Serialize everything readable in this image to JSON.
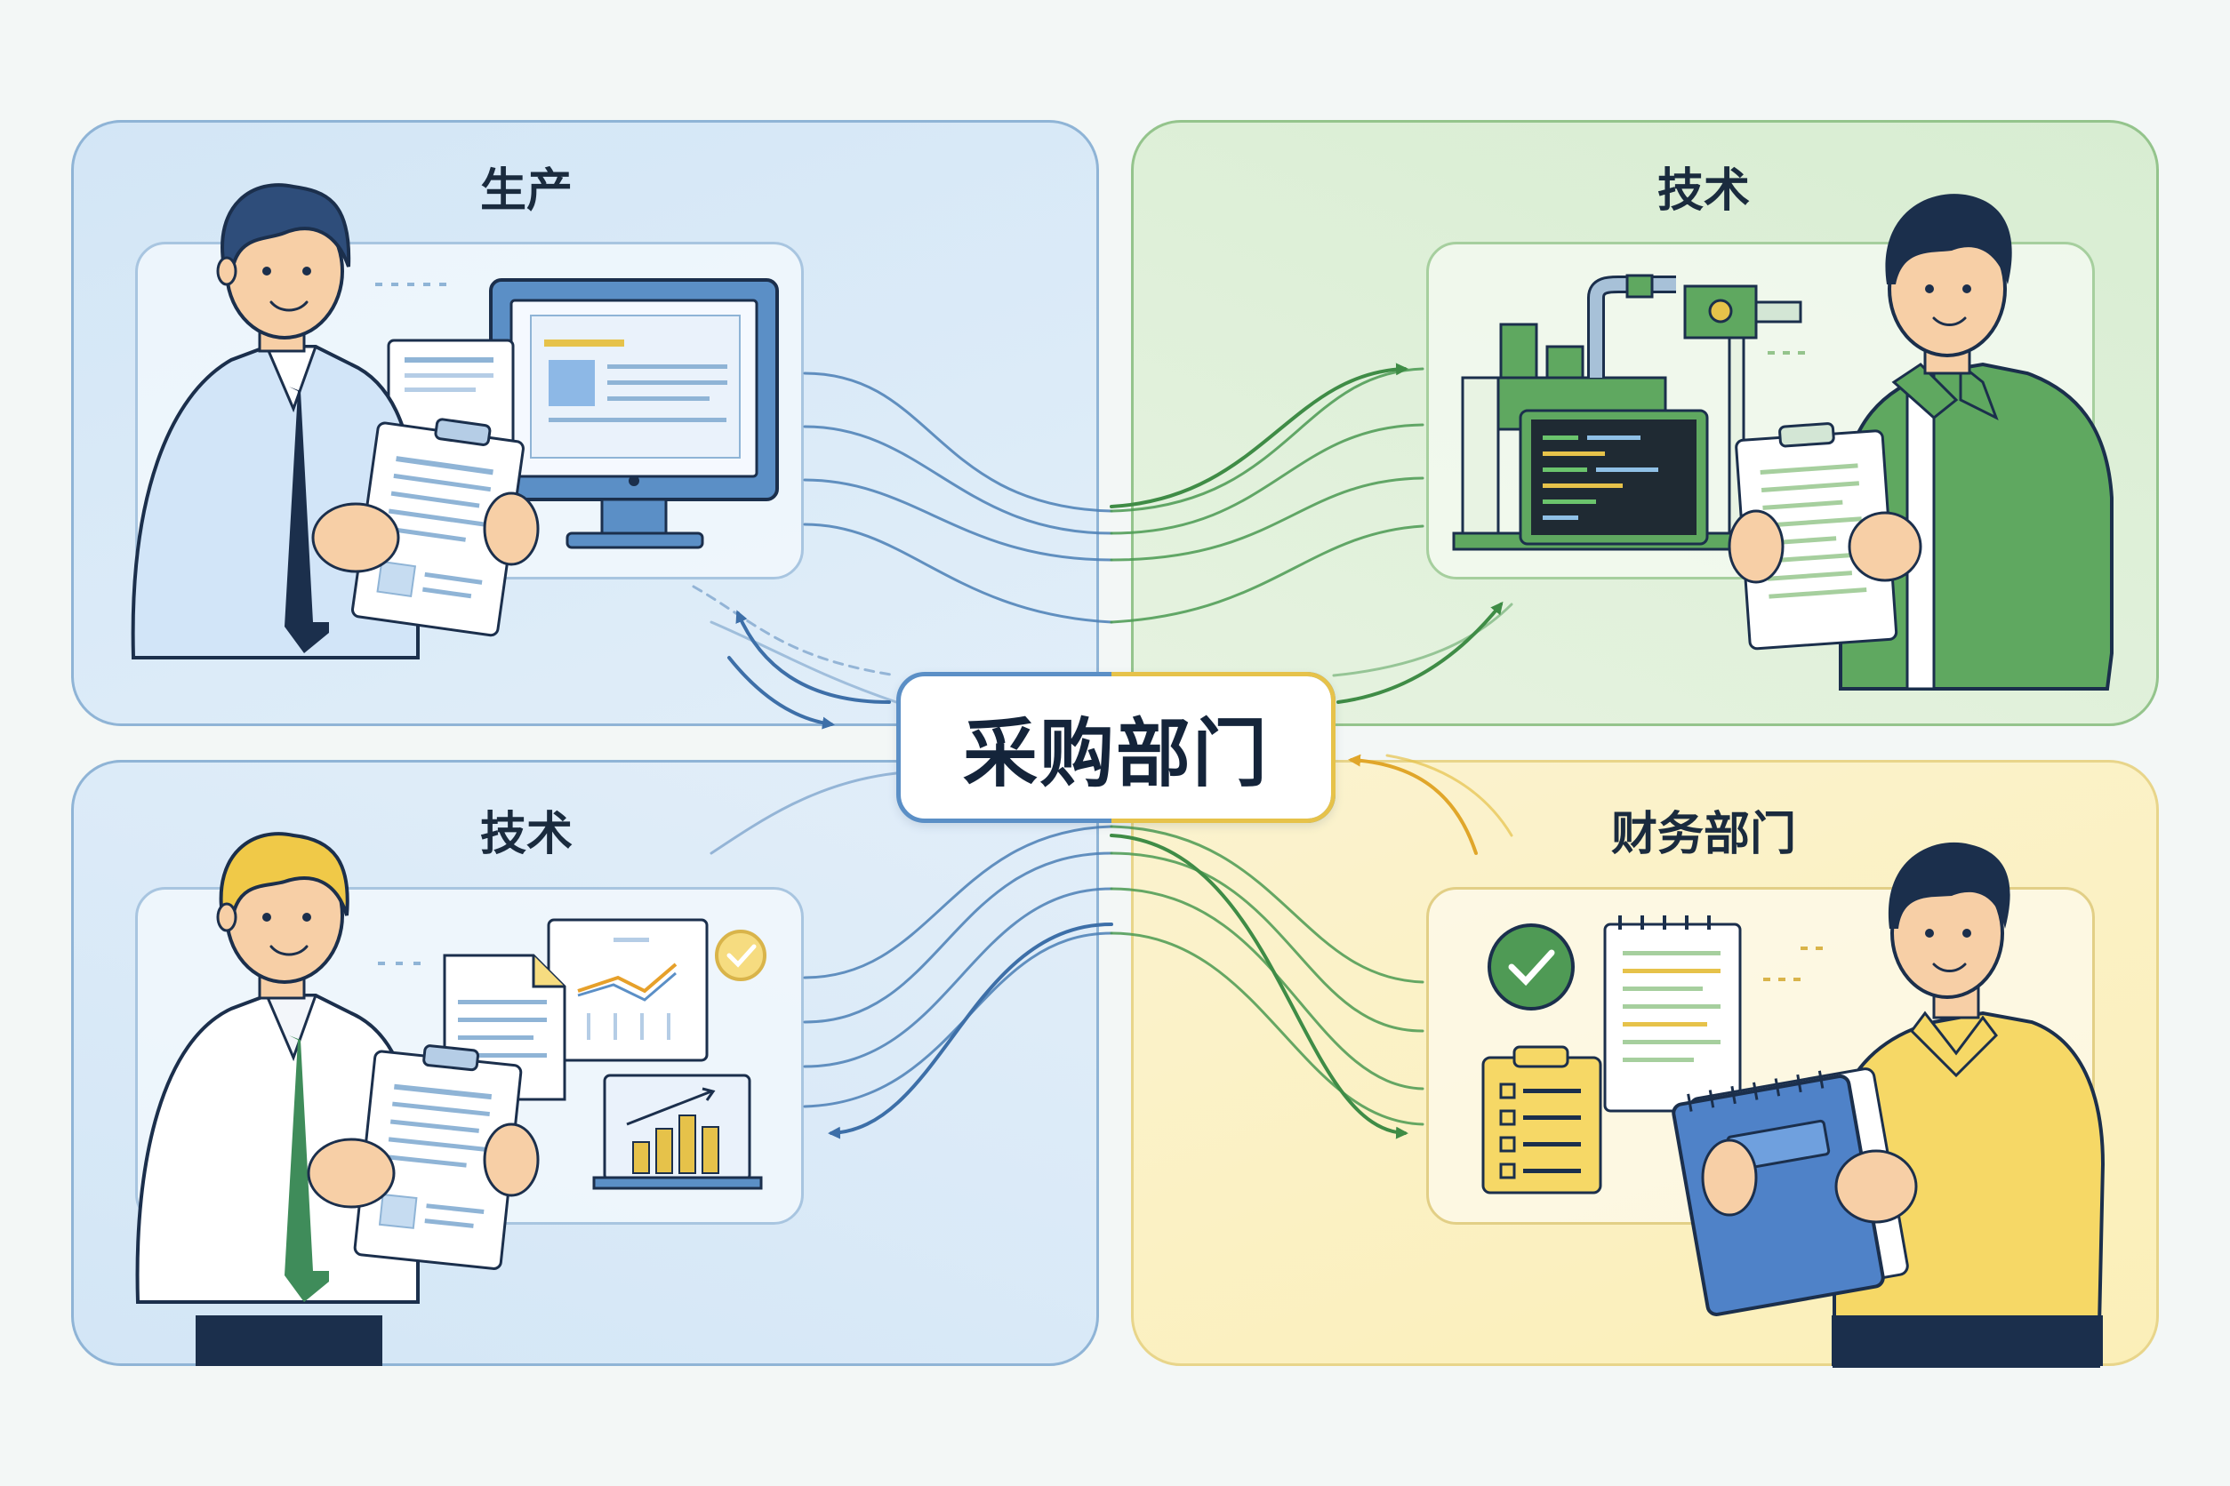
{
  "center": {
    "label": "采购部门"
  },
  "quadrants": {
    "top_left": {
      "title": "生产"
    },
    "top_right": {
      "title": "技术"
    },
    "bottom_left": {
      "title": "技术"
    },
    "bottom_right": {
      "title": "财务部门"
    }
  },
  "colors": {
    "blue": "#5b8fc6",
    "green": "#4f9a55",
    "yellow": "#e6c24a",
    "navy": "#1b2f4c"
  },
  "icons": {
    "top_left": [
      "monitor-icon",
      "document-icon",
      "clipboard-icon"
    ],
    "top_right": [
      "machine-icon",
      "code-screen-icon",
      "clipboard-icon"
    ],
    "bottom_left": [
      "document-icon",
      "line-chart-icon",
      "bar-chart-icon",
      "checkmark-badge-icon",
      "clipboard-icon"
    ],
    "bottom_right": [
      "checkmark-badge-icon",
      "notepad-icon",
      "checklist-icon",
      "binder-icon"
    ]
  }
}
